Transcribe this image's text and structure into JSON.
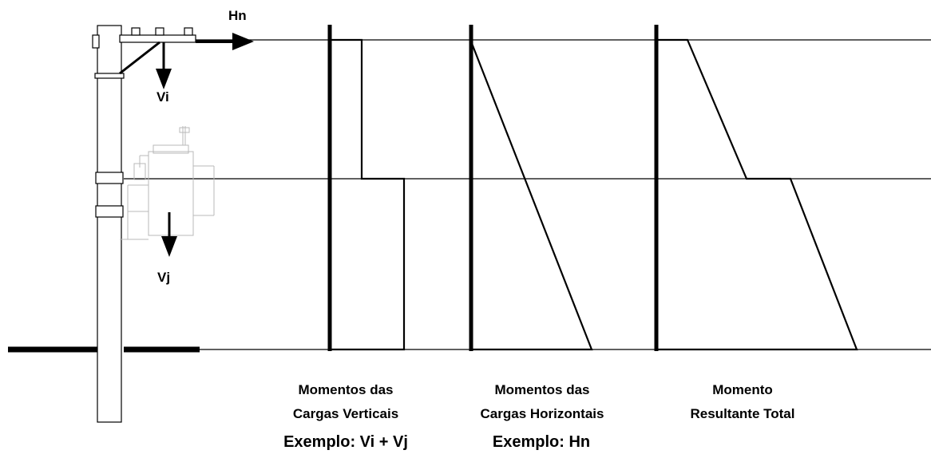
{
  "forces": {
    "hn": "Hn",
    "vi": "Vi",
    "vj": "Vj"
  },
  "diagrams": [
    {
      "caption_line1": "Momentos das",
      "caption_line2": "Cargas Verticais",
      "example": "Exemplo: Vi + Vj"
    },
    {
      "caption_line1": "Momentos das",
      "caption_line2": "Cargas Horizontais",
      "example": "Exemplo: Hn"
    },
    {
      "caption_line1": "Momento",
      "caption_line2": "Resultante Total",
      "example": ""
    }
  ],
  "colors": {
    "line": "#000000",
    "faded_transformer": "#b8b8b8"
  }
}
